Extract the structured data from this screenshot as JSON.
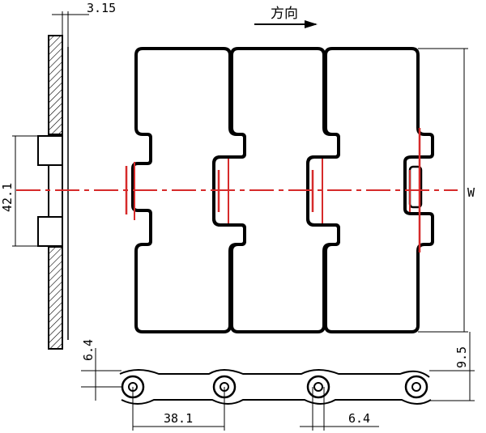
{
  "diagram": {
    "direction_label": "方向",
    "width_label": "W",
    "dimensions": {
      "plate_thickness": "3.15",
      "tab_height": "42.1",
      "pitch": "38.1",
      "hinge_diameter": "6.4",
      "hinge_gap": "6.4",
      "total_height": "9.5"
    }
  }
}
